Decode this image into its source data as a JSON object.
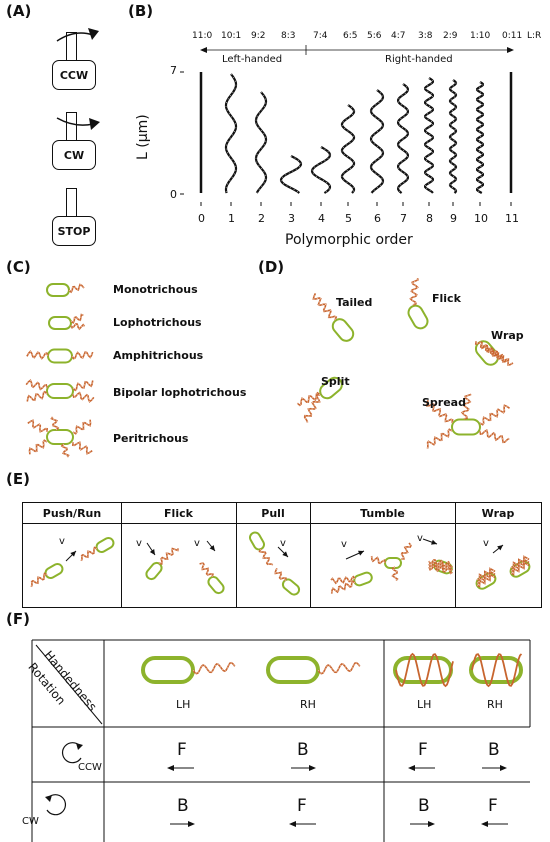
{
  "panels": {
    "a": "(A)",
    "b": "(B)",
    "c": "(C)",
    "d": "(D)",
    "e": "(E)",
    "f": "(F)"
  },
  "panel_a": {
    "states": [
      "CCW",
      "CW",
      "STOP"
    ]
  },
  "panel_b": {
    "ratios": [
      "11:0",
      "10:1",
      "9:2",
      "8:3",
      "7:4",
      "6:5",
      "5:6",
      "4:7",
      "3:8",
      "2:9",
      "1:10",
      "0:11"
    ],
    "ratio_axis_label": "L:R",
    "left_handed": "Left-handed",
    "right_handed": "Right-handed",
    "y_label": "L (μm)",
    "y_ticks": [
      "7",
      "0"
    ],
    "x_ticks": [
      "0",
      "1",
      "2",
      "3",
      "4",
      "5",
      "6",
      "7",
      "8",
      "9",
      "10",
      "11"
    ],
    "x_label": "Polymorphic order"
  },
  "panel_c": {
    "types": [
      "Monotrichous",
      "Lophotrichous",
      "Amphitrichous",
      "Bipolar lophotrichous",
      "Peritrichous"
    ]
  },
  "panel_d": {
    "modes": [
      "Tailed",
      "Flick",
      "Wrap",
      "Split",
      "Spread"
    ]
  },
  "panel_e": {
    "headers": [
      "Push/Run",
      "Flick",
      "Pull",
      "Tumble",
      "Wrap"
    ],
    "velocity": "v"
  },
  "panel_f": {
    "handedness": "Handedness",
    "rotation": "Rotation",
    "columns": [
      "LH",
      "RH",
      "LH",
      "RH"
    ],
    "rows": [
      {
        "label": "CCW",
        "cells": [
          "F",
          "B",
          "F",
          "B"
        ]
      },
      {
        "label": "CW",
        "cells": [
          "B",
          "F",
          "B",
          "F"
        ]
      }
    ]
  },
  "colors": {
    "body": "#8db32c",
    "flagellum": "#c8652f",
    "ink": "#111111"
  },
  "icons": [
    "rotation-arrow-icon",
    "direction-arrow-icon",
    "velocity-arrow-icon",
    "motor-icon"
  ]
}
